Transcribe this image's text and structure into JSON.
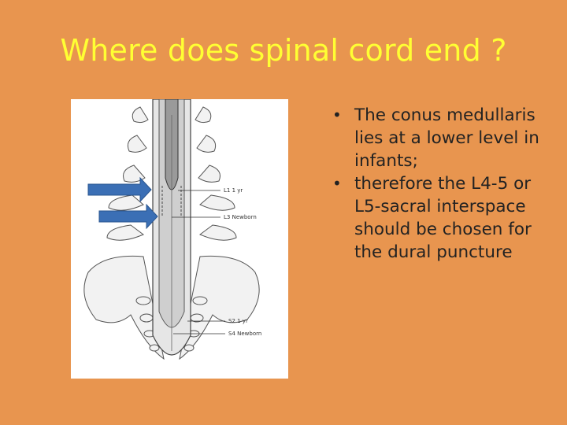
{
  "slide": {
    "title": "Where does spinal cord end ?",
    "background_color": "#e8954f",
    "title_color": "#ffff33"
  },
  "figure": {
    "labels": {
      "l1_1yr": "L1 1 yr",
      "l3_newborn": "L3 Newborn",
      "s2_1yr": "S2 1 yr",
      "s4_newborn": "S4 Newborn"
    },
    "arrow_color": "#3b6fb5"
  },
  "bullets": [
    {
      "text": "The conus medullaris lies at a lower level in infants;"
    },
    {
      "text": "therefore the L4-5 or L5-sacral interspace should be chosen for the dural puncture"
    }
  ]
}
